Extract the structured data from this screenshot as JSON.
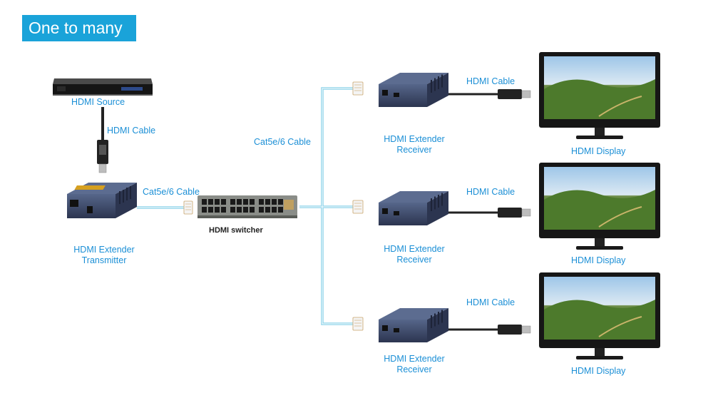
{
  "title": "One to many",
  "labels": {
    "hdmi_source": "HDMI Source",
    "hdmi_cable_src": "HDMI Cable",
    "cat_cable_tx": "Cat5e/6 Cable",
    "cat_cable_main": "Cat5e/6 Cable",
    "switcher": "HDMI switcher",
    "transmitter_line1": "HDMI Extender",
    "transmitter_line2": "Transmitter",
    "receivers": [
      {
        "line1": "HDMI Extender",
        "line2": "Receiver",
        "cable": "HDMI Cable",
        "display": "HDMI Display"
      },
      {
        "line1": "HDMI Extender",
        "line2": "Receiver",
        "cable": "HDMI Cable",
        "display": "HDMI Display"
      },
      {
        "line1": "HDMI Extender",
        "line2": "Receiver",
        "cable": "HDMI Cable",
        "display": "HDMI Display"
      }
    ]
  },
  "colors": {
    "accent": "#1aa3d9",
    "label": "#1b8fd6",
    "cable": "#8ed3ea",
    "device": "#3a4a6b"
  }
}
